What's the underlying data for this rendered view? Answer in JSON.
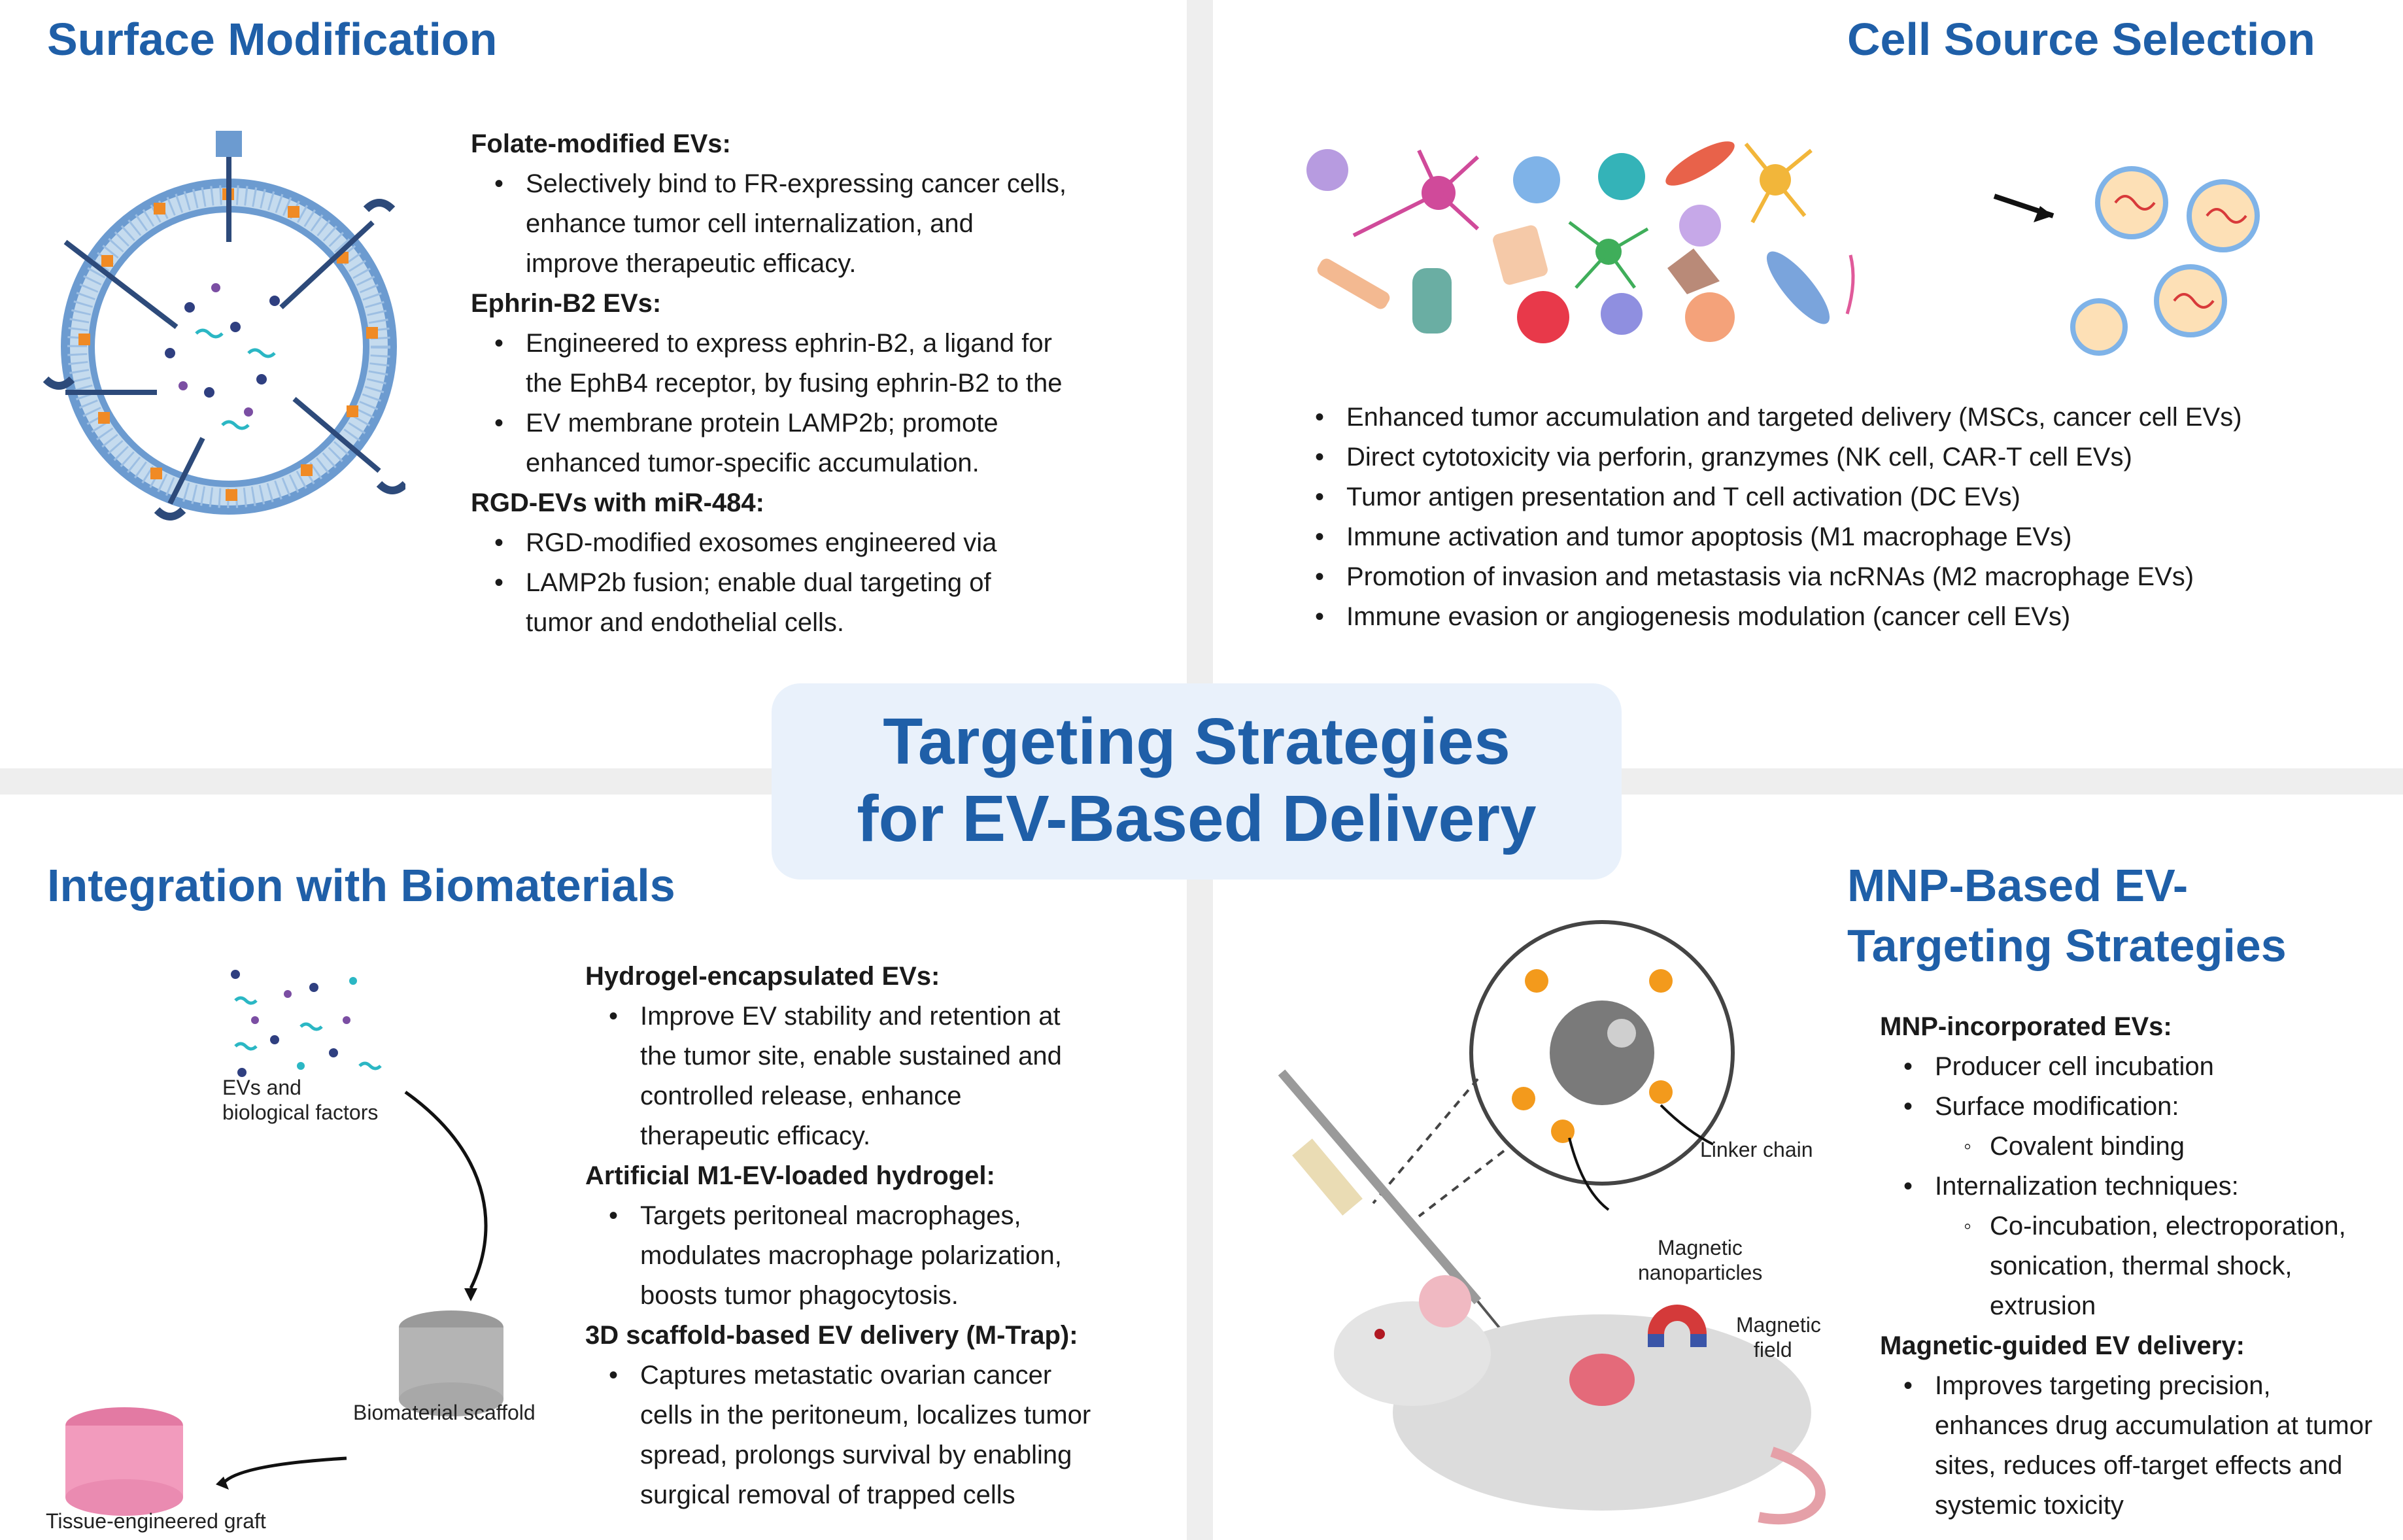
{
  "center_title": {
    "line1": "Targeting Strategies",
    "line2": "for EV-Based Delivery"
  },
  "colors": {
    "accent": "#1f5fa8",
    "center_bg": "#e9f1fb",
    "divider": "#eeeeee"
  },
  "surface": {
    "title": "Surface Modification",
    "sections": [
      {
        "heading": "Folate-modified EVs:",
        "bullets": [
          "Selectively bind to FR-expressing cancer cells,",
          "enhance tumor cell internalization, and",
          "improve therapeutic efficacy."
        ]
      },
      {
        "heading": "Ephrin-B2 EVs:",
        "bullets": [
          "Engineered to express ephrin-B2, a ligand for",
          "the EphB4 receptor, by fusing ephrin-B2 to the",
          "EV membrane protein LAMP2b; promote",
          "enhanced tumor-specific accumulation."
        ]
      },
      {
        "heading": "RGD-EVs with miR-484:",
        "bullets": [
          "RGD-modified exosomes engineered via",
          "LAMP2b fusion; enable dual targeting of",
          "tumor and endothelial cells."
        ]
      }
    ]
  },
  "cell_source": {
    "title": "Cell Source Selection",
    "bullets": [
      "Enhanced tumor accumulation and targeted delivery (MSCs, cancer cell EVs)",
      "Direct cytotoxicity via perforin, granzymes (NK cell, CAR-T cell EVs)",
      "Tumor antigen presentation and T cell activation (DC EVs)",
      "Immune activation and tumor apoptosis (M1 macrophage EVs)",
      "Promotion of invasion and metastasis via ncRNAs (M2 macrophage EVs)",
      "Immune evasion or angiogenesis modulation (cancer cell EVs)"
    ]
  },
  "biomaterials": {
    "title": "Integration with Biomaterials",
    "captions": {
      "evs_line1": "EVs and",
      "evs_line2": "biological factors",
      "scaffold": "Biomaterial scaffold",
      "graft": "Tissue-engineered graft"
    },
    "sections": [
      {
        "heading": "Hydrogel-encapsulated EVs:",
        "bullets": [
          "Improve EV stability and retention at",
          "the tumor site, enable sustained and",
          "controlled release, enhance",
          "therapeutic efficacy."
        ]
      },
      {
        "heading": "Artificial M1-EV-loaded hydrogel:",
        "bullets": [
          "Targets peritoneal macrophages,",
          "modulates macrophage polarization,",
          "boosts tumor phagocytosis."
        ]
      },
      {
        "heading": "3D scaffold-based EV delivery (M-Trap):",
        "bullets": [
          "Captures metastatic ovarian cancer",
          "cells in the peritoneum, localizes tumor",
          "spread, prolongs survival by enabling",
          "surgical removal of trapped cells"
        ]
      }
    ]
  },
  "mnp": {
    "title_line1": "MNP-Based EV-",
    "title_line2": "Targeting Strategies",
    "captions": {
      "linker": "Linker chain",
      "magnetic_np_1": "Magnetic",
      "magnetic_np_2": "nanoparticles",
      "field_1": "Magnetic",
      "field_2": "field"
    },
    "h1": "MNP-incorporated EVs:",
    "b1": "Producer cell incubation",
    "b2": "Surface modification:",
    "s1": "Covalent binding",
    "b3": "Internalization techniques:",
    "s2": "Co-incubation, electroporation,",
    "s2b": "sonication, thermal shock,",
    "s2c": "extrusion",
    "h2": "Magnetic-guided EV delivery:",
    "b4": "Improves targeting precision,",
    "b4b": "enhances drug accumulation at tumor",
    "b4c": "sites, reduces off-target effects and",
    "b4d": "systemic toxicity"
  }
}
